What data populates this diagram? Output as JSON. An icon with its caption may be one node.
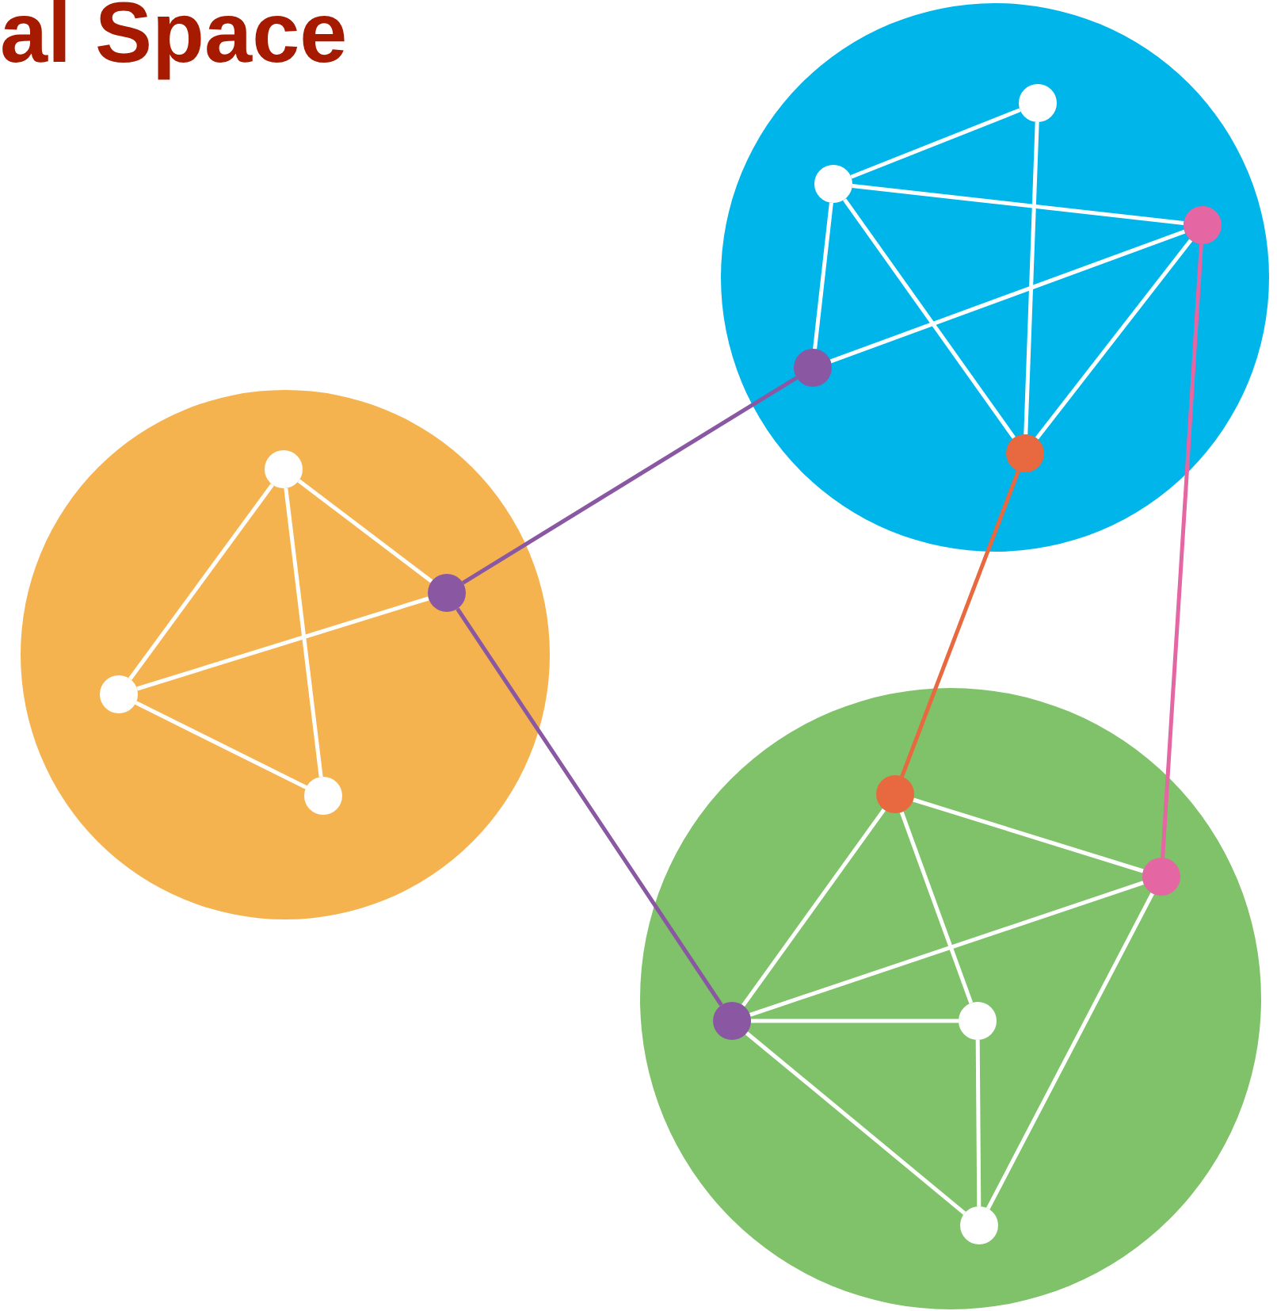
{
  "diagram": {
    "title": "al Space",
    "nodes": [
      {
        "text": [],
        "shape": "circle"
      },
      {
        "text": [],
        "shape": "circle",
        "in": 0
      },
      {
        "text": [],
        "shape": "circle",
        "in": 0
      },
      {
        "text": [],
        "shape": "circle",
        "in": 0
      },
      {
        "text": [],
        "shape": "circle",
        "in": 0
      },
      {
        "text": [],
        "shape": "circle",
        "in": 0
      },
      {
        "text": [],
        "shape": "circle"
      },
      {
        "text": [],
        "shape": "circle",
        "in": 6
      },
      {
        "text": [],
        "shape": "circle",
        "in": 6
      },
      {
        "text": [],
        "shape": "circle",
        "in": 6
      },
      {
        "text": [],
        "shape": "circle",
        "in": 6
      },
      {
        "text": [],
        "shape": "circle"
      },
      {
        "text": [],
        "shape": "circle",
        "in": 11
      },
      {
        "text": [],
        "shape": "circle",
        "in": 11
      },
      {
        "text": [],
        "shape": "circle",
        "in": 11
      },
      {
        "text": [],
        "shape": "circle",
        "in": 11
      },
      {
        "text": [],
        "shape": "circle",
        "in": 11
      }
    ],
    "edges": [
      {
        "from": 2,
        "to": 1,
        "arrow": "none"
      },
      {
        "from": 1,
        "to": 5,
        "arrow": "none"
      },
      {
        "from": 2,
        "to": 3,
        "arrow": "none"
      },
      {
        "from": 2,
        "to": 4,
        "arrow": "none"
      },
      {
        "from": 2,
        "to": 5,
        "arrow": "none"
      },
      {
        "from": 4,
        "to": 3,
        "arrow": "none"
      },
      {
        "from": 3,
        "to": 5,
        "arrow": "none"
      },
      {
        "from": 7,
        "to": 8,
        "arrow": "none"
      },
      {
        "from": 7,
        "to": 9,
        "arrow": "none"
      },
      {
        "from": 7,
        "to": 10,
        "arrow": "none"
      },
      {
        "from": 9,
        "to": 8,
        "arrow": "none"
      },
      {
        "from": 9,
        "to": 10,
        "arrow": "none"
      },
      {
        "from": 12,
        "to": 13,
        "arrow": "none"
      },
      {
        "from": 12,
        "to": 14,
        "arrow": "none"
      },
      {
        "from": 12,
        "to": 15,
        "arrow": "none"
      },
      {
        "from": 14,
        "to": 13,
        "arrow": "none"
      },
      {
        "from": 14,
        "to": 15,
        "arrow": "none"
      },
      {
        "from": 14,
        "to": 16,
        "arrow": "none"
      },
      {
        "from": 15,
        "to": 16,
        "arrow": "none"
      },
      {
        "from": 13,
        "to": 16,
        "arrow": "none"
      },
      {
        "from": 8,
        "to": 4,
        "arrow": "none",
        "color": "#8a58a2"
      },
      {
        "from": 8,
        "to": 14,
        "arrow": "none",
        "color": "#8a58a2"
      },
      {
        "from": 5,
        "to": 12,
        "arrow": "none",
        "color": "#e8693f"
      },
      {
        "from": 3,
        "to": 13,
        "arrow": "none",
        "color": "#e466a3"
      }
    ]
  }
}
